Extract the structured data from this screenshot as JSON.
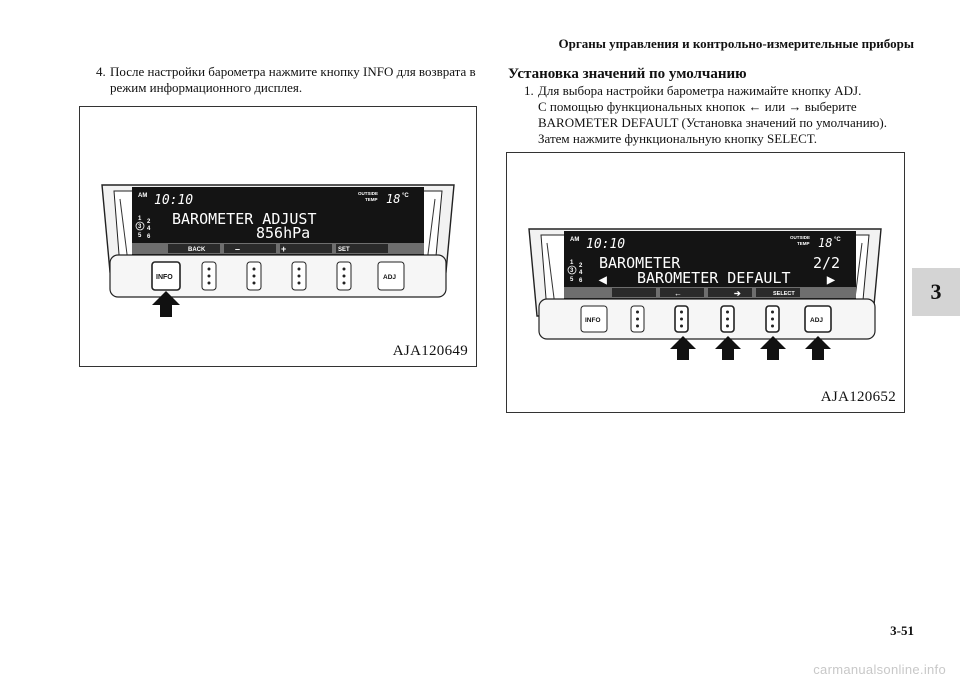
{
  "header": {
    "running_head": "Органы управления и контрольно-измерительные приборы"
  },
  "chapter_tab": "3",
  "left_column": {
    "step4_num": "4.",
    "step4_text": "После настройки барометра нажмите кнопку INFO для возврата в режим информационного дисплея."
  },
  "right_column": {
    "heading": "Установка значений по умолчанию",
    "step1_num": "1.",
    "step1_lines": [
      "Для выбора настройки барометра нажимайте кнопку ADJ.",
      "С помощью функциональных кнопок ← или → выберите",
      "BAROMETER DEFAULT (Установка значений по умолчанию).",
      "Затем нажмите функциональную кнопку SELECT."
    ]
  },
  "figure_left": {
    "code": "AJA120649",
    "display": {
      "am": "AM",
      "time": "10:10",
      "outside": "OUTSIDE",
      "temp": "TEMP",
      "temp_value": "18",
      "deg": "°C",
      "gear_1": "1",
      "gear_3": "3",
      "gear_5": "5",
      "gear_2": "2",
      "gear_4": "4",
      "gear_6": "6",
      "line1": "BAROMETER ADJUST",
      "line2": "856hPa",
      "soft_1": "BACK",
      "soft_2": "–",
      "soft_3": "+",
      "soft_4": "SET"
    },
    "buttons": {
      "left": "INFO",
      "right": "ADJ"
    }
  },
  "figure_right": {
    "code": "AJA120652",
    "display": {
      "am": "AM",
      "time": "10:10",
      "outside": "OUTSIDE",
      "temp": "TEMP",
      "temp_value": "18",
      "deg": "°C",
      "gear_1": "1",
      "gear_3": "3",
      "gear_5": "5",
      "gear_2": "2",
      "gear_4": "4",
      "gear_6": "6",
      "line1": "BAROMETER",
      "page": "2/2",
      "line2": "BAROMETER DEFAULT",
      "arrow_left": "◀",
      "arrow_right": "▶",
      "soft_2": "←",
      "soft_3": "➔",
      "soft_4": "SELECT"
    },
    "buttons": {
      "left": "INFO",
      "right": "ADJ"
    }
  },
  "page_number": "3-51",
  "watermark": "carmanualsonline.info"
}
